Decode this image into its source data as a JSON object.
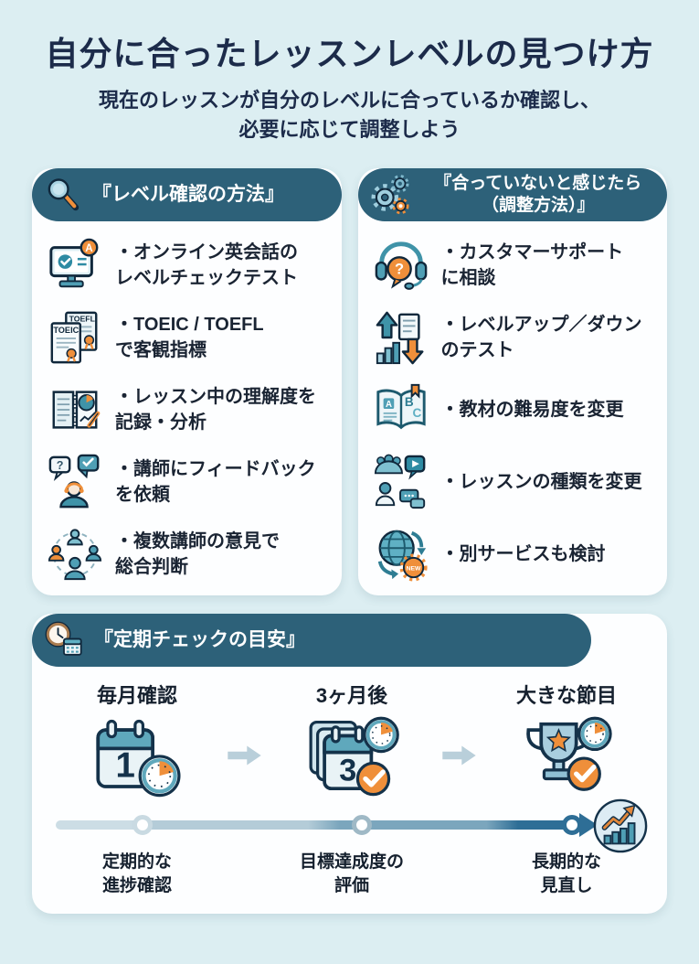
{
  "page": {
    "title": "自分に合ったレッスンレベルの見つけ方",
    "subtitle": "現在のレッスンが自分のレベルに合っているか確認し、\n必要に応じて調整しよう"
  },
  "colors": {
    "background": "#dceef2",
    "card_bg": "#fdfeff",
    "header_pill": "#2d6179",
    "title_navy": "#1c2b4a",
    "teal": "#4f9fb5",
    "orange": "#ef8f3a",
    "timeline_dark_blue": "#2e6e96"
  },
  "cards": [
    {
      "header": "『レベル確認の方法』",
      "header_icon": "magnifier-icon",
      "items": [
        {
          "icon": "monitor-check-icon",
          "text": "・オンライン英会話の\nレベルチェックテスト"
        },
        {
          "icon": "certificates-icon",
          "text": "・TOEIC / TOEFL\nで客観指標"
        },
        {
          "icon": "notebook-chart-icon",
          "text": "・レッスン中の理解度を\n記録・分析"
        },
        {
          "icon": "feedback-bubbles-icon",
          "text": "・講師にフィードバック\nを依頼"
        },
        {
          "icon": "people-network-icon",
          "text": "・複数講師の意見で\n総合判断"
        }
      ]
    },
    {
      "header": "『合っていないと感じたら\n（調整方法）』",
      "header_icon": "gears-icon",
      "items": [
        {
          "icon": "headset-question-icon",
          "text": "・カスタマーサポート\nに相談"
        },
        {
          "icon": "level-updown-icon",
          "text": "・レベルアップ／ダウン\nのテスト"
        },
        {
          "icon": "book-abc-icon",
          "text": "・教材の難易度を変更"
        },
        {
          "icon": "lesson-type-icon",
          "text": "・レッスンの種類を変更"
        },
        {
          "icon": "globe-new-icon",
          "text": "・別サービスも検討"
        }
      ]
    }
  ],
  "timeline": {
    "header": "『定期チェックの目安』",
    "header_icon": "clock-calendar-icon",
    "milestones": [
      {
        "title": "毎月確認",
        "icon": "calendar-1-icon",
        "label": "定期的な\n進捗確認"
      },
      {
        "title": "3ヶ月後",
        "icon": "calendar-3-icon",
        "label": "目標達成度の\n評価"
      },
      {
        "title": "大きな節目",
        "icon": "trophy-icon",
        "label": "長期的な\n見直し"
      }
    ],
    "end_icon": "growth-chart-icon"
  }
}
